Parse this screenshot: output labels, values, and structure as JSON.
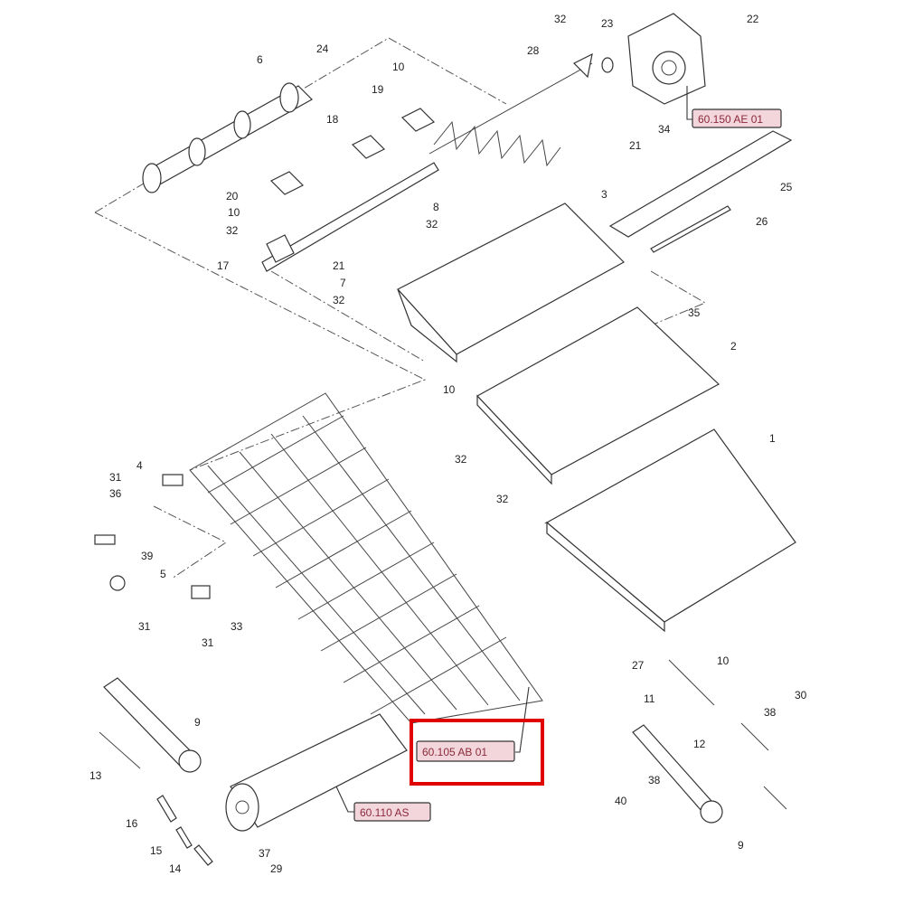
{
  "diagram": {
    "callouts": [
      "32",
      "23",
      "22",
      "24",
      "6",
      "10",
      "28",
      "19",
      "18",
      "34",
      "21",
      "25",
      "3",
      "8",
      "20",
      "10",
      "32",
      "32",
      "26",
      "21",
      "17",
      "7",
      "32",
      "35",
      "2",
      "10",
      "1",
      "32",
      "31",
      "4",
      "36",
      "32",
      "39",
      "5",
      "31",
      "33",
      "31",
      "27",
      "10",
      "11",
      "30",
      "38",
      "9",
      "12",
      "13",
      "38",
      "40",
      "16",
      "15",
      "9",
      "37",
      "14",
      "29"
    ],
    "references": {
      "gearbox": "60.150 AE 01",
      "conveyor_chain": "60.105 AB 01",
      "roller": "60.110 AS"
    },
    "highlight_color": "#e00000",
    "reference_fill": "#f3d6dc"
  }
}
